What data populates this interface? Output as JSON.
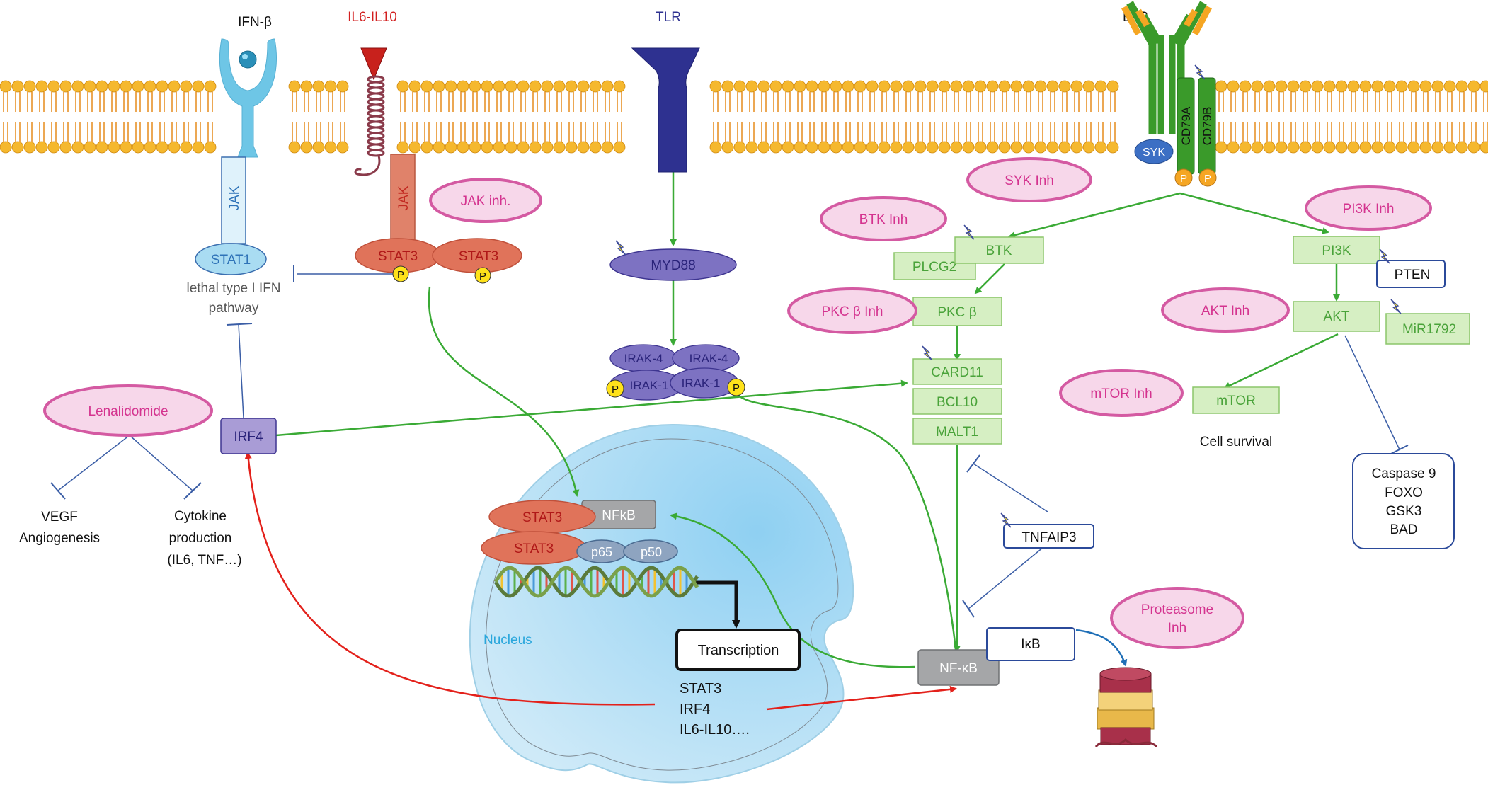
{
  "receptors": {
    "ifnb": "IFN-β",
    "il6il10": "IL6-IL10",
    "tlr": "TLR",
    "bcr": "BcR",
    "jak_left": "JAK",
    "jak_right": "JAK",
    "syk": "SYK",
    "cd79a": "CD79A",
    "cd79b": "CD79B",
    "p": "P"
  },
  "left_pathway": {
    "stat1": "STAT1",
    "stat3_a": "STAT3",
    "stat3_b": "STAT3",
    "lethal_line1": "lethal type I IFN",
    "lethal_line2": "pathway",
    "irf4": "IRF4",
    "lenalidomide": "Lenalidomide",
    "vegf_line1": "VEGF",
    "vegf_line2": "Angiogenesis",
    "cytokine_line1": "Cytokine",
    "cytokine_line2": "production",
    "cytokine_line3": "(IL6, TNF…)"
  },
  "tlr_pathway": {
    "myd88": "MYD88",
    "irak4_a": "IRAK-4",
    "irak4_b": "IRAK-4",
    "irak1_a": "IRAK-1",
    "irak1_b": "IRAK-1"
  },
  "bcr_pathway": {
    "btk": "BTK",
    "plcg2": "PLCG2",
    "pkcb": "PKC β",
    "card11": "CARD11",
    "bcl10": "BCL10",
    "malt1": "MALT1",
    "tnfaip3": "TNFAIP3",
    "nfkb": "NF-κB",
    "ikb": "IκB",
    "pi3k": "PI3K",
    "pten": "PTEN",
    "akt": "AKT",
    "mir1792": "MiR1792",
    "mtor": "mTOR",
    "cell_survival": "Cell survival",
    "apoptosis": [
      "Caspase 9",
      "FOXO",
      "GSK3",
      "BAD"
    ]
  },
  "inhibitors": {
    "jak": "JAK inh.",
    "syk": "SYK Inh",
    "btk": "BTK Inh",
    "pi3k": "PI3K Inh",
    "pkcb": "PKC β Inh",
    "akt": "AKT Inh",
    "mtor": "mTOR Inh",
    "proteasome_line1": "Proteasome",
    "proteasome_line2": "Inh"
  },
  "nucleus": {
    "label": "Nucleus",
    "nfkb": "NFkB",
    "stat3_a": "STAT3",
    "stat3_b": "STAT3",
    "p65": "p65",
    "p50": "p50",
    "transcription": "Transcription",
    "targets": [
      "STAT3",
      "IRF4",
      "IL6-IL10…."
    ]
  },
  "colors": {
    "membrane_head": "#f5b82e",
    "green_arrow": "#3aaa35",
    "red_arrow": "#e3211b",
    "blue_inhibit": "#3b5ea6",
    "green_box_fill": "#d6efc3",
    "green_box_stroke": "#8cc66a",
    "green_text": "#4aa33a",
    "inh_fill": "#f7d7ea",
    "inh_stroke": "#d45aa2",
    "inh_text": "#d4338f",
    "tlr_blue": "#2e3190",
    "irak_purple": "#7d72c2",
    "stat3_red": "#e0735a",
    "ifn_blue": "#6ec6e6",
    "nucleus_fill": "#bfe3f6"
  }
}
